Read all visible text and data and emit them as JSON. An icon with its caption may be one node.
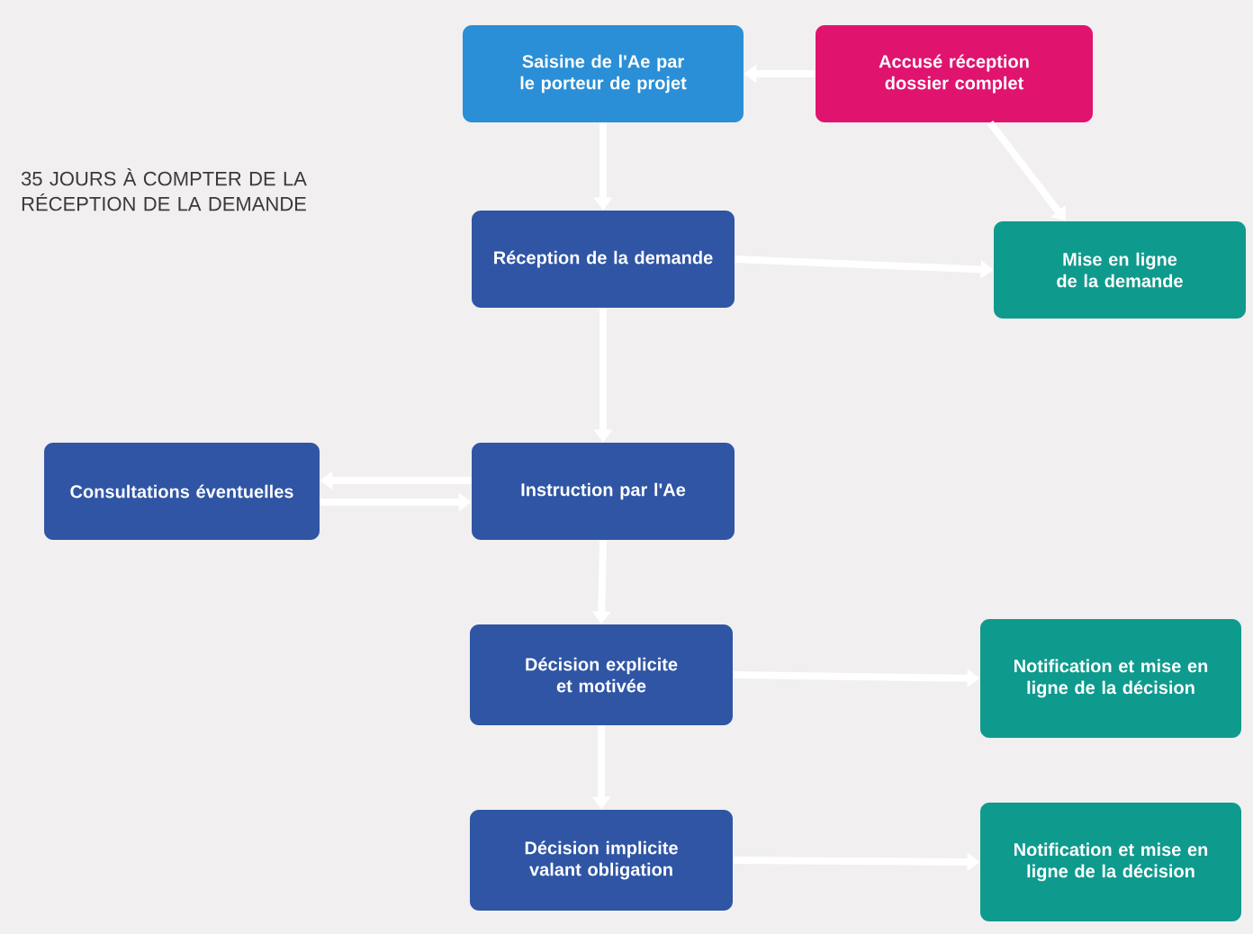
{
  "diagram": {
    "nodes": [
      {
        "text": [
          "Saisine de l'Ae par le porteur de projet"
        ]
      },
      {
        "text": [
          "Accusé réception dossier complet"
        ]
      },
      {
        "text": [
          "Réception de la demande"
        ]
      },
      {
        "text": [
          "Mise en ligne de la demande"
        ]
      },
      {
        "text": [
          "Consultations éventuelles"
        ]
      },
      {
        "text": [
          "Instruction par l'Ae"
        ]
      },
      {
        "text": [
          "Décision explicite et motivée"
        ]
      },
      {
        "text": [
          "Notification et mise en ligne de la décision"
        ]
      },
      {
        "text": [
          "Décision implicite valant obligation"
        ]
      },
      {
        "text": [
          "Notification et mise en ligne de la décision"
        ]
      }
    ],
    "edges": [
      {
        "from": 0,
        "to": 2,
        "arrow": "to"
      },
      {
        "from": 1,
        "to": 0,
        "arrow": "to"
      },
      {
        "from": 1,
        "to": 3,
        "arrow": "to"
      },
      {
        "from": 2,
        "to": 3,
        "arrow": "to"
      },
      {
        "from": 2,
        "to": 5,
        "arrow": "to"
      },
      {
        "from": 5,
        "to": 4,
        "arrow": "to"
      },
      {
        "from": 4,
        "to": 5,
        "arrow": "to"
      },
      {
        "from": 5,
        "to": 6,
        "arrow": "to"
      },
      {
        "from": 6,
        "to": 7,
        "arrow": "to"
      },
      {
        "from": 6,
        "to": 8,
        "arrow": "to"
      },
      {
        "from": 8,
        "to": 9,
        "arrow": "to"
      }
    ],
    "labels": [
      "35 JOURS À COMPTER DE LA RÉCEPTION DE LA DEMANDE"
    ]
  }
}
